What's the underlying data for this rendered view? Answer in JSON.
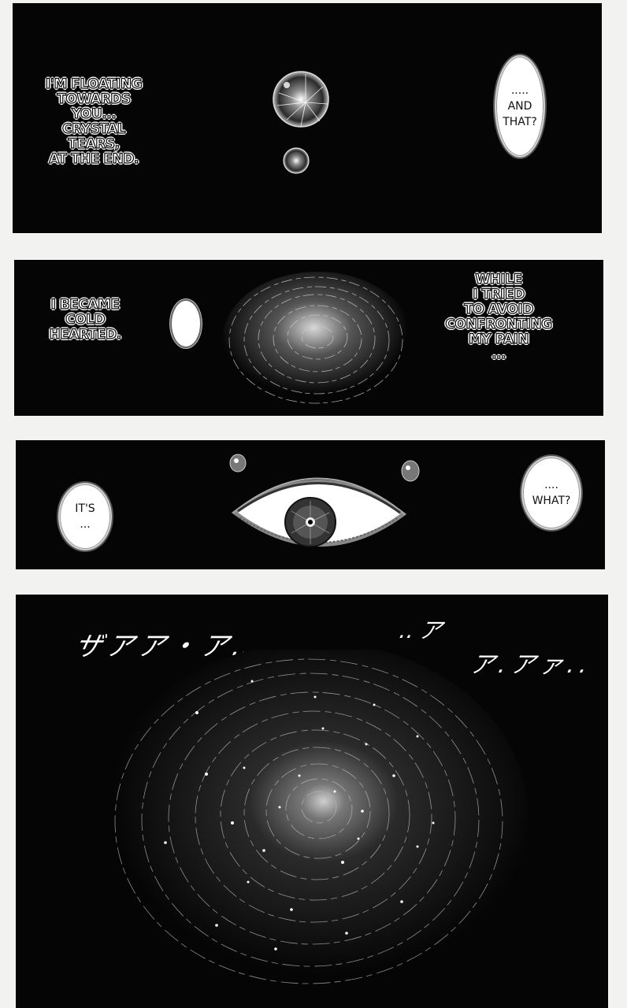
{
  "page": {
    "type": "manga-page",
    "background": "#f2f2f0",
    "panel_color": "#050505"
  },
  "panels": [
    {
      "id": "panel-1",
      "narration": "I'M FLOATING\nTOWARDS YOU...\nCRYSTAL TEARS,\nAT THE END.",
      "bubble": ".....\nAND\nTHAT?",
      "art": "two-crystal-tears"
    },
    {
      "id": "panel-2",
      "narration_left": "I BECAME\nCOLD\nHEARTED.",
      "narration_right": "WHILE\nI TRIED\nTO AVOID\nCONFRONTING\nMY PAIN\n...",
      "art": "swirling-vortex-with-tear"
    },
    {
      "id": "panel-3",
      "bubble_left": "IT'S\n...",
      "bubble_right": "....\nWHAT?",
      "art": "wide-open-eye-with-tears"
    },
    {
      "id": "panel-4",
      "sfx_left": "ザアア・ア‥",
      "sfx_right_top": "‥ア",
      "sfx_right": "ア.アァ..",
      "art": "starry-spiral-galaxy"
    }
  ]
}
